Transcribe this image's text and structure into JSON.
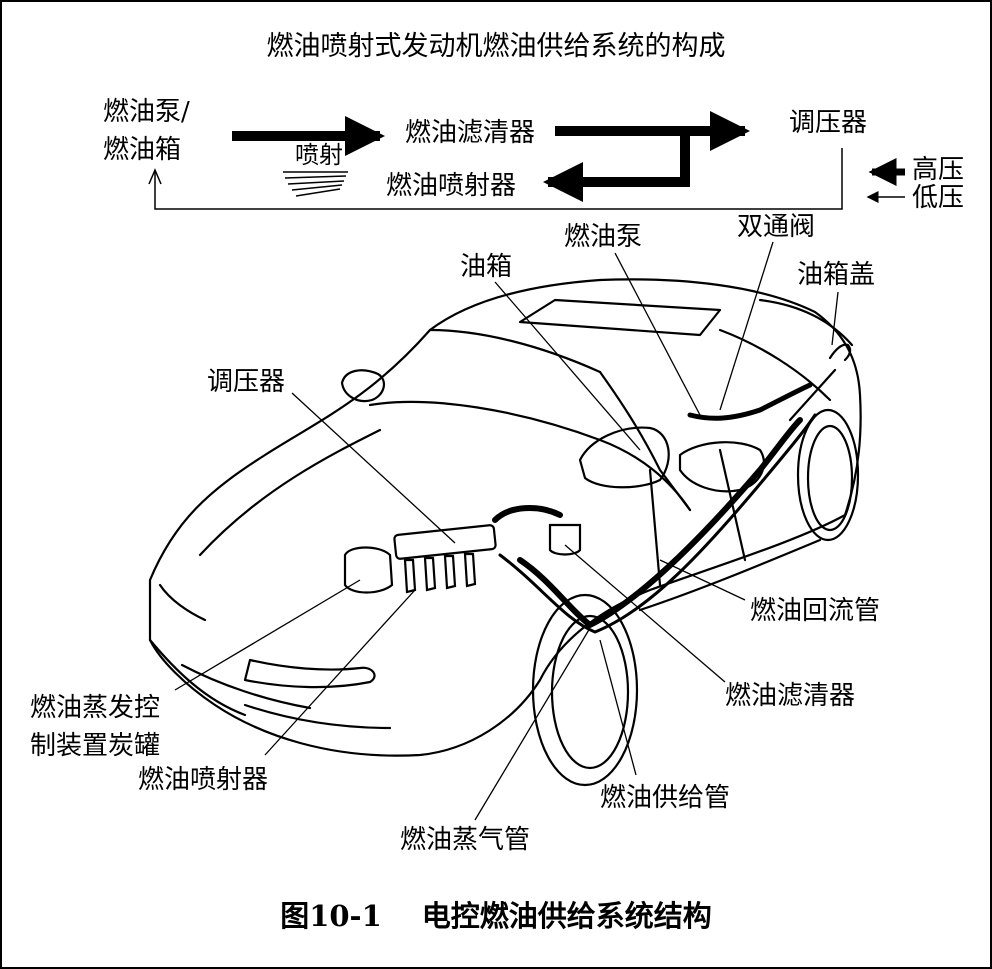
{
  "title": "燃油喷射式发动机燃油供给系统的构成",
  "flow": {
    "tank_line1": "燃油泵/",
    "tank_line2": "燃油箱",
    "filter": "燃油滤清器",
    "regulator": "调压器",
    "injector": "燃油喷射器",
    "spray": "喷射"
  },
  "legend": {
    "high": "高压",
    "low": "低压"
  },
  "labels": {
    "fuel_pump": "燃油泵",
    "tank": "油箱",
    "two_way_valve": "双通阀",
    "tank_cap": "油箱盖",
    "regulator": "调压器",
    "return_pipe": "燃油回流管",
    "filter": "燃油滤清器",
    "evap_line1": "燃油蒸发控",
    "evap_line2": "制装置炭罐",
    "injector": "燃油喷射器",
    "supply_pipe": "燃油供给管",
    "vapor_pipe": "燃油蒸气管"
  },
  "caption": {
    "number": "图10-1",
    "text": "电控燃油供给系统结构"
  }
}
